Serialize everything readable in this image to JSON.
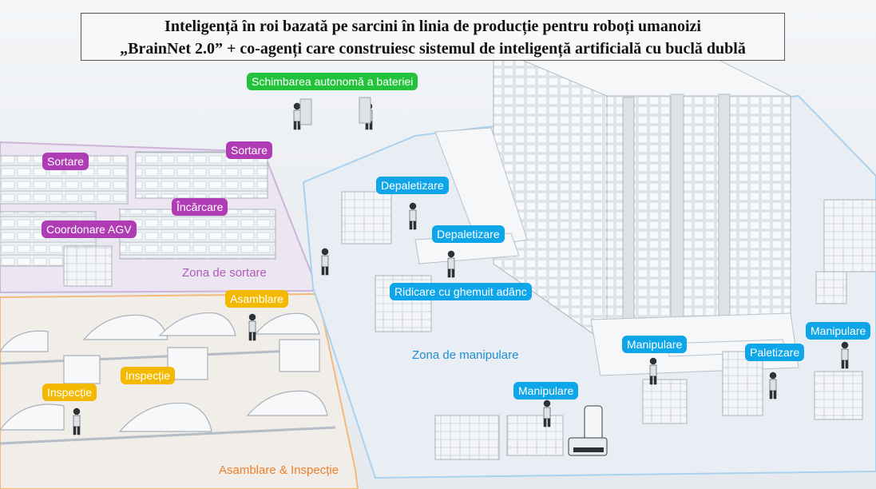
{
  "title": {
    "line1": "Inteligență în roi bazată pe sarcini în linia de producție pentru roboți umanoizi",
    "line2": "„BrainNet 2.0” + co-agenți care construiesc sistemul de inteligență artificială cu buclă dublă"
  },
  "tags": {
    "battery_swap": "Schimbarea autonomă a bateriei",
    "sort_1": "Sortare",
    "sort_2": "Sortare",
    "loading": "Încărcare",
    "agv": "Coordonare AGV",
    "assembly": "Asamblare",
    "inspection_1": "Inspecție",
    "inspection_2": "Inspecție",
    "depal_1": "Depaletizare",
    "depal_2": "Depaletizare",
    "deep_squat": "Ridicare cu ghemuit adânc",
    "handling_1": "Manipulare",
    "handling_2": "Manipulare",
    "handling_3": "Manipulare",
    "palletizing": "Paletizare"
  },
  "zones": {
    "sorting": "Zona de sortare",
    "handling": "Zona de manipulare",
    "assembly": "Asamblare & Inspecție"
  },
  "colors": {
    "green": "#22c33a",
    "purple": "#b03cb5",
    "orange": "#f3b800",
    "blue": "#0ea5e9",
    "sorting_zone_text": "#b05ab8",
    "handling_zone_text": "#1f8fd6",
    "assembly_zone_text": "#f07f2a"
  }
}
